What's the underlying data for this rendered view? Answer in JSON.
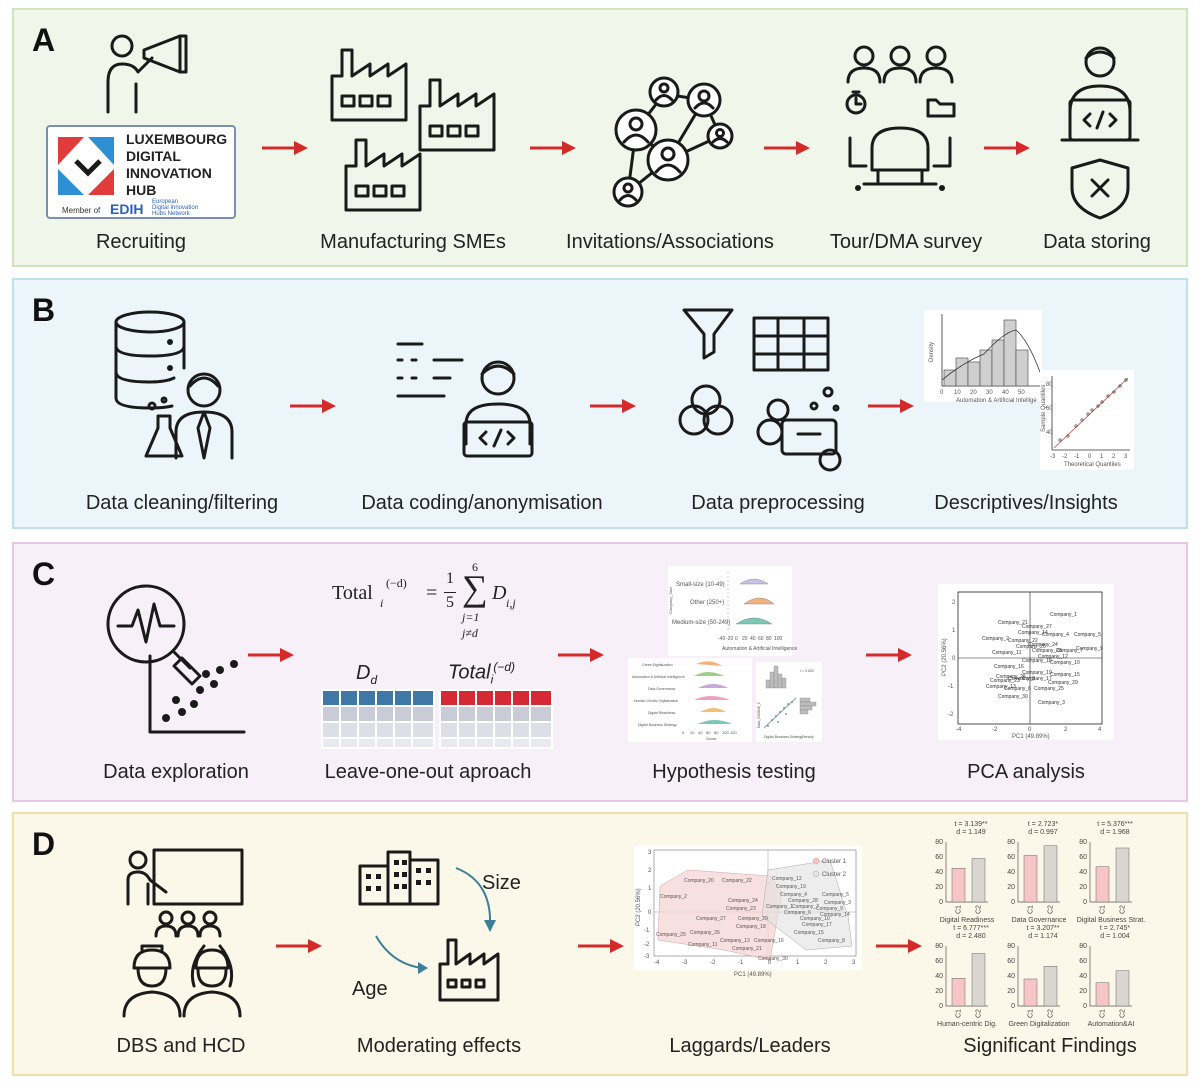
{
  "panels": [
    {
      "letter": "A",
      "steps": [
        "Recruiting",
        "Manufacturing SMEs",
        "Invitations/Associations",
        "Tour/DMA survey",
        "Data storing"
      ]
    },
    {
      "letter": "B",
      "steps": [
        "Data cleaning/filtering",
        "Data coding/anonymisation",
        "Data preprocessing",
        "Descriptives/Insights"
      ]
    },
    {
      "letter": "C",
      "steps": [
        "Data exploration",
        "Leave-one-out aproach",
        "Hypothesis testing",
        "PCA analysis"
      ]
    },
    {
      "letter": "D",
      "steps": [
        "DBS and HCD",
        "Moderating effects",
        "Laggards/Leaders",
        "Significant Findings"
      ]
    }
  ],
  "logo": {
    "lines": [
      "LUXEMBOURG",
      "DIGITAL",
      "INNOVATION",
      "HUB"
    ],
    "member_of": "Member of",
    "edih": "EDIH",
    "network": [
      "European",
      "Digital Innovation",
      "Hubs Network"
    ]
  },
  "formula": {
    "lhs": "Total",
    "lhs_sub": "i",
    "lhs_sup": "(−d)",
    "frac_num": "1",
    "frac_den": "5",
    "sum_top": "6",
    "sum_bottom": "j=1",
    "sum_cond": "j≠d",
    "term": "D",
    "term_sub": "i,j",
    "label_d": "D",
    "label_d_sub": "d",
    "label_total": "Total",
    "label_total_sub": "i",
    "label_total_sup": "(−d)"
  },
  "moderators": {
    "size": "Size",
    "age": "Age"
  },
  "descriptives": {
    "hist_ylabel": "Density",
    "hist_xlabel": "Automation & Artificial Intellige",
    "hist_xticks": [
      "0",
      "10",
      "20",
      "30",
      "40",
      "50"
    ],
    "qq_ylabel": "Sample Quantiles",
    "qq_xlabel": "Theoretical Quantiles",
    "qq_xticks": [
      "-3",
      "-2",
      "-1",
      "0",
      "1",
      "2",
      "3"
    ],
    "qq_yticks": [
      "40",
      "60",
      "80"
    ]
  },
  "ridge": {
    "ylabel": "Company_Size",
    "rows": [
      "Small-size (10-49)",
      "Other (250+)",
      "Medium-size (50-249)"
    ],
    "xticks": [
      "-40",
      "-20",
      "0",
      "20",
      "40",
      "60",
      "80",
      "100"
    ],
    "xlabel": "Automation & Artificial Intelligence"
  },
  "ridge2": {
    "rows": [
      "Green Digitalization",
      "Automation & Artificial Intelligence",
      "Data Governance",
      "Human-Centric Digitalization",
      "Digital Readiness",
      "Digital Business Strategy"
    ],
    "xticks": [
      "0",
      "20",
      "40",
      "60",
      "80",
      "100",
      "120"
    ],
    "xlabel": "Score"
  },
  "scatter_small": {
    "ylabel": "Data_DGDNE_2",
    "xlabel": "Digital Business Strategy",
    "xlabel2": "Density",
    "note": "r = 0.602"
  },
  "pca": {
    "xlabel": "PC1 (49.89%)",
    "ylabel": "PC2 (20.56%)",
    "xticks": [
      "-4",
      "-2",
      "0",
      "2",
      "4"
    ],
    "yticks": [
      "2",
      "1",
      "0",
      "-1",
      "-2"
    ],
    "points": [
      "Company_1",
      "Company_2",
      "Company_3",
      "Company_4",
      "Company_5",
      "Company_6",
      "Company_7",
      "Company_8",
      "Company_9",
      "Company_10",
      "Company_11",
      "Company_12",
      "Company_13",
      "Company_14",
      "Company_15",
      "Company_16",
      "Company_17",
      "Company_18",
      "Company_19",
      "Company_20",
      "Company_21",
      "Company_22",
      "Company_23",
      "Company_24",
      "Company_25",
      "Company_26",
      "Company_27",
      "Company_28",
      "Company_29",
      "Company_30"
    ]
  },
  "cluster": {
    "xlabel": "PC1 (49.89%)",
    "ylabel": "PC2 (20.56%)",
    "legend": [
      "Cluster 1",
      "Cluster 2"
    ],
    "xticks": [
      "-4",
      "-3",
      "-2",
      "-1",
      "0",
      "1",
      "2",
      "3"
    ],
    "yticks": [
      "3",
      "2",
      "1",
      "0",
      "-1",
      "-2",
      "-3"
    ],
    "c1_labels": [
      "Company_20",
      "Company_22",
      "Company_2",
      "Company_24",
      "Company_23",
      "Company_27",
      "Company_26",
      "Company_25",
      "Company_11",
      "Company_13",
      "Company_21",
      "Company_18",
      "Company_29",
      "Company_16",
      "Company_30"
    ],
    "c2_labels": [
      "Company_12",
      "Company_19",
      "Company_4",
      "Company_5",
      "Company_3",
      "Company_28",
      "Company_7",
      "Company_6",
      "Company_1",
      "Company_14",
      "Company_17",
      "Company_15",
      "Company_9",
      "Company_10",
      "Company_8"
    ]
  },
  "chart_data": {
    "type": "bar",
    "ylim": [
      0,
      80
    ],
    "yticks": [
      "0",
      "20",
      "40",
      "60",
      "80"
    ],
    "categories": [
      "C1",
      "C2"
    ],
    "series_colors": [
      "#f6c6c6",
      "#d9d6d0"
    ],
    "panels": [
      {
        "title": "Digital Readiness",
        "stat_t": "t = 3.139**",
        "stat_d": "d = 1.149",
        "values": [
          45,
          58
        ]
      },
      {
        "title": "Data Governance",
        "stat_t": "t = 2.723*",
        "stat_d": "d = 0.997",
        "values": [
          62,
          75
        ]
      },
      {
        "title": "Digital Business Strat.",
        "stat_t": "t = 5.376***",
        "stat_d": "d = 1.968",
        "values": [
          47,
          72
        ]
      },
      {
        "title": "Human-centric Dig.",
        "stat_t": "t = 6.777***",
        "stat_d": "d = 2.480",
        "values": [
          37,
          70
        ]
      },
      {
        "title": "Green Digitalization",
        "stat_t": "t = 3.207**",
        "stat_d": "d = 1.174",
        "values": [
          36,
          53
        ]
      },
      {
        "title": "Automation&AI",
        "stat_t": "t = 2.745*",
        "stat_d": "d = 1.004",
        "values": [
          31,
          47
        ]
      }
    ]
  }
}
